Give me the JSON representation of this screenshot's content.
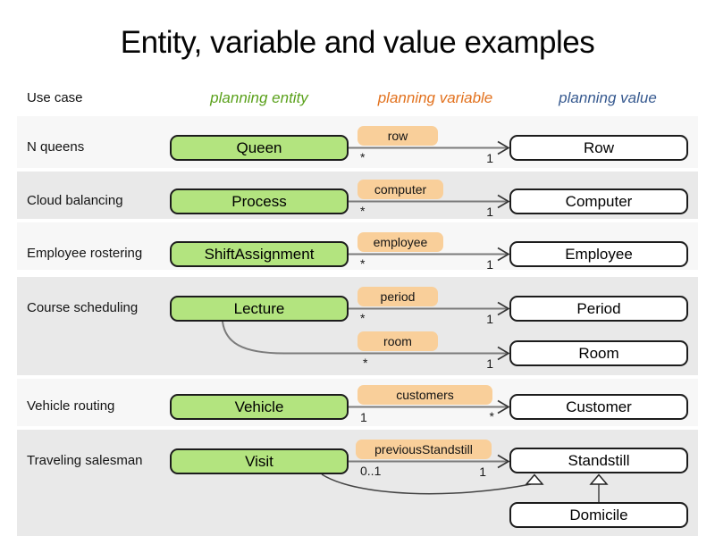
{
  "title": "Entity, variable and value examples",
  "columns": {
    "use_case": "Use case",
    "entity": "planning entity",
    "variable": "planning variable",
    "value": "planning value"
  },
  "colors": {
    "entity_header_text": "#5aa11b",
    "variable_header_text": "#e2711d",
    "value_header_text": "#36598f",
    "entity_box_fill": "#b3e47f",
    "variable_label_fill": "#f9cf9a",
    "value_box_fill": "#ffffff",
    "band_light": "#f7f7f7",
    "band_dark": "#e9e9e9",
    "wire": "#7b7b7b"
  },
  "rows": [
    {
      "use_case": "N queens",
      "entity": "Queen",
      "variables": [
        {
          "name": "row",
          "from_mult": "*",
          "to_mult": "1",
          "value": "Row"
        }
      ]
    },
    {
      "use_case": "Cloud balancing",
      "entity": "Process",
      "variables": [
        {
          "name": "computer",
          "from_mult": "*",
          "to_mult": "1",
          "value": "Computer"
        }
      ]
    },
    {
      "use_case": "Employee rostering",
      "entity": "ShiftAssignment",
      "variables": [
        {
          "name": "employee",
          "from_mult": "*",
          "to_mult": "1",
          "value": "Employee"
        }
      ]
    },
    {
      "use_case": "Course scheduling",
      "entity": "Lecture",
      "variables": [
        {
          "name": "period",
          "from_mult": "*",
          "to_mult": "1",
          "value": "Period"
        },
        {
          "name": "room",
          "from_mult": "*",
          "to_mult": "1",
          "value": "Room"
        }
      ]
    },
    {
      "use_case": "Vehicle routing",
      "entity": "Vehicle",
      "variables": [
        {
          "name": "customers",
          "from_mult": "1",
          "to_mult": "*",
          "value": "Customer"
        }
      ]
    },
    {
      "use_case": "Traveling salesman",
      "entity": "Visit",
      "variables": [
        {
          "name": "previousStandstill",
          "from_mult": "0..1",
          "to_mult": "1",
          "value": "Standstill"
        }
      ],
      "value_subclass": "Domicile"
    }
  ]
}
